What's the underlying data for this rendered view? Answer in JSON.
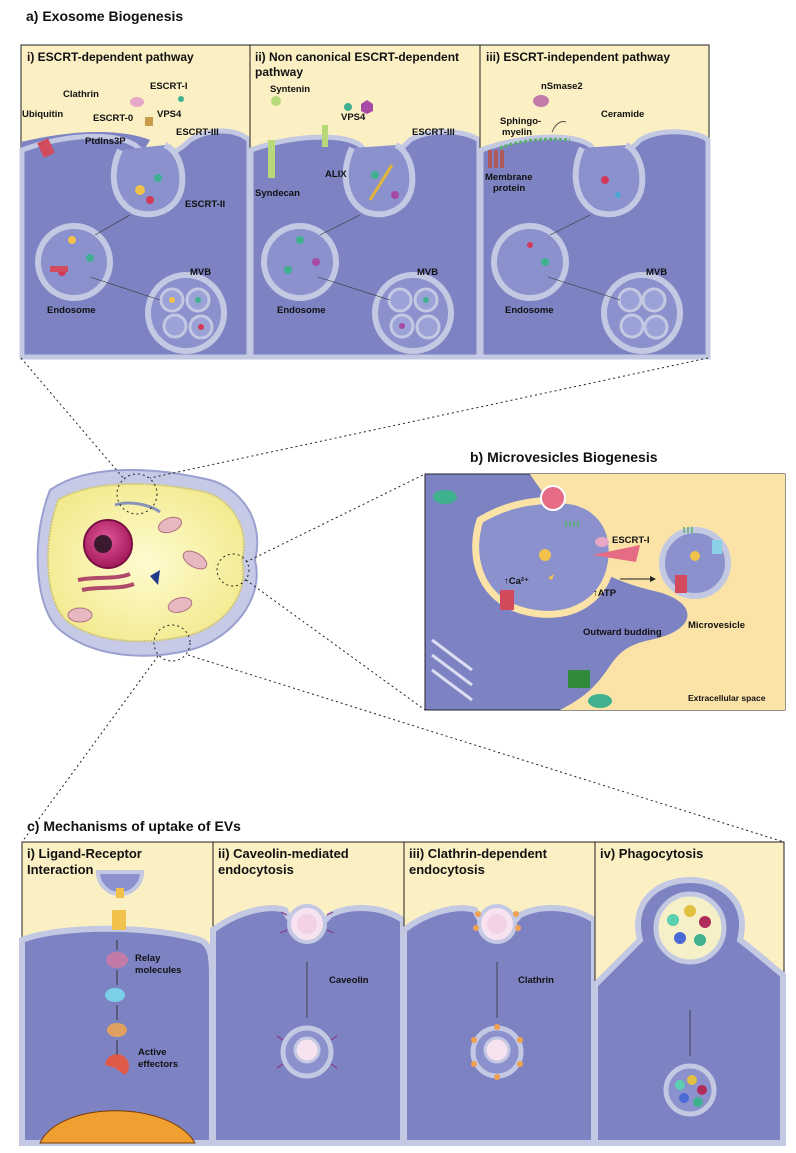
{
  "section_a": {
    "title": "a) Exosome Biogenesis",
    "panels": [
      {
        "title": "i) ESCRT-dependent pathway",
        "labels": {
          "clathrin": "Clathrin",
          "escrt_i": "ESCRT-I",
          "ubiquitin": "Ubiquitin",
          "escrt_0": "ESCRT-0",
          "vps4": "VPS4",
          "escrt_iii": "ESCRT-III",
          "ptdins3p": "PtdIns3P",
          "escrt_ii": "ESCRT-II",
          "endosome": "Endosome",
          "mvb": "MVB"
        }
      },
      {
        "title_line1": "ii) Non canonical ESCRT-dependent",
        "title_line2": "pathway",
        "labels": {
          "syntenin": "Syntenin",
          "vps4": "VPS4",
          "escrt_iii": "ESCRT-III",
          "syndecan": "Syndecan",
          "alix": "ALIX",
          "endosome": "Endosome",
          "mvb": "MVB"
        }
      },
      {
        "title": "iii) ESCRT-independent pathway",
        "labels": {
          "nsmase2": "nSmase2",
          "sphingo_line1": "Sphingo-",
          "sphingo_line2": "myelin",
          "ceramide": "Ceramide",
          "membrane_line1": "Membrane",
          "membrane_line2": "protein",
          "endosome": "Endosome",
          "mvb": "MVB"
        }
      }
    ]
  },
  "section_b": {
    "title": "b) Microvesicles Biogenesis",
    "labels": {
      "escrt_i": "ESCRT-I",
      "ca": "↑Ca²⁺",
      "atp": "↑ATP",
      "outward_budding": "Outward budding",
      "microvesicle": "Microvesicle",
      "extracellular_space": "Extracellular space"
    }
  },
  "section_c": {
    "title": "c) Mechanisms of uptake of EVs",
    "panels": [
      {
        "title_line1": "i) Ligand-Receptor",
        "title_line2": "Interaction",
        "labels": {
          "relay_line1": "Relay",
          "relay_line2": "molecules",
          "active_line1": "Active",
          "active_line2": "effectors"
        }
      },
      {
        "title_line1": "ii) Caveolin-mediated",
        "title_line2": "endocytosis",
        "labels": {
          "caveolin": "Caveolin"
        }
      },
      {
        "title_line1": "iii) Clathrin-dependent",
        "title_line2": "endocytosis",
        "labels": {
          "clathrin": "Clathrin"
        }
      },
      {
        "title": "iv) Phagocytosis",
        "labels": {}
      }
    ]
  },
  "colors": {
    "panel_bg": "#fbefc4",
    "cell": "#7c82c2",
    "cell_dark": "#5f64a6",
    "membrane": "#c3c8e3",
    "endosome_inner": "#8a91cc",
    "extracellular": "#fbe3a8",
    "outline": "#222222"
  }
}
